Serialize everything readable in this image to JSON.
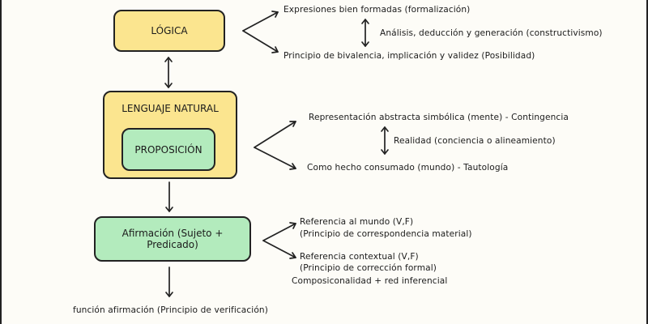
{
  "boxes": {
    "logica": "LÓGICA",
    "lenguaje_natural": "LENGUAJE NATURAL",
    "proposicion": "PROPOSICIÓN",
    "afirmacion": "Afirmación (Sujeto + Predicado)"
  },
  "logica_notes": {
    "top": "Expresiones bien formadas (formalización)",
    "middle": "Análisis, deducción y generación (constructivismo)",
    "bottom": "Principio de bivalencia, implicación y validez (Posibilidad)"
  },
  "proposicion_notes": {
    "top": "Representación abstracta simbólica (mente) - Contingencia",
    "middle": "Realidad (conciencia o alineamiento)",
    "bottom": "Como hecho consumado (mundo) - Tautología"
  },
  "afirmacion_notes": {
    "ref_mundo": "Referencia al mundo (V,F)",
    "correspondencia": "(Principio de correspondencia material)",
    "ref_contextual": "Referencia contextual (V,F)",
    "correccion": "(Principio de corrección formal)",
    "composicionalidad": "Composiconalidad + red inferencial"
  },
  "footer_text": "función afirmación (Principio de verificación)",
  "colors": {
    "yellow_box": "#fbe58f",
    "green_box": "#b3ebbd",
    "stroke": "#222222",
    "background": "#fdfcf7"
  }
}
